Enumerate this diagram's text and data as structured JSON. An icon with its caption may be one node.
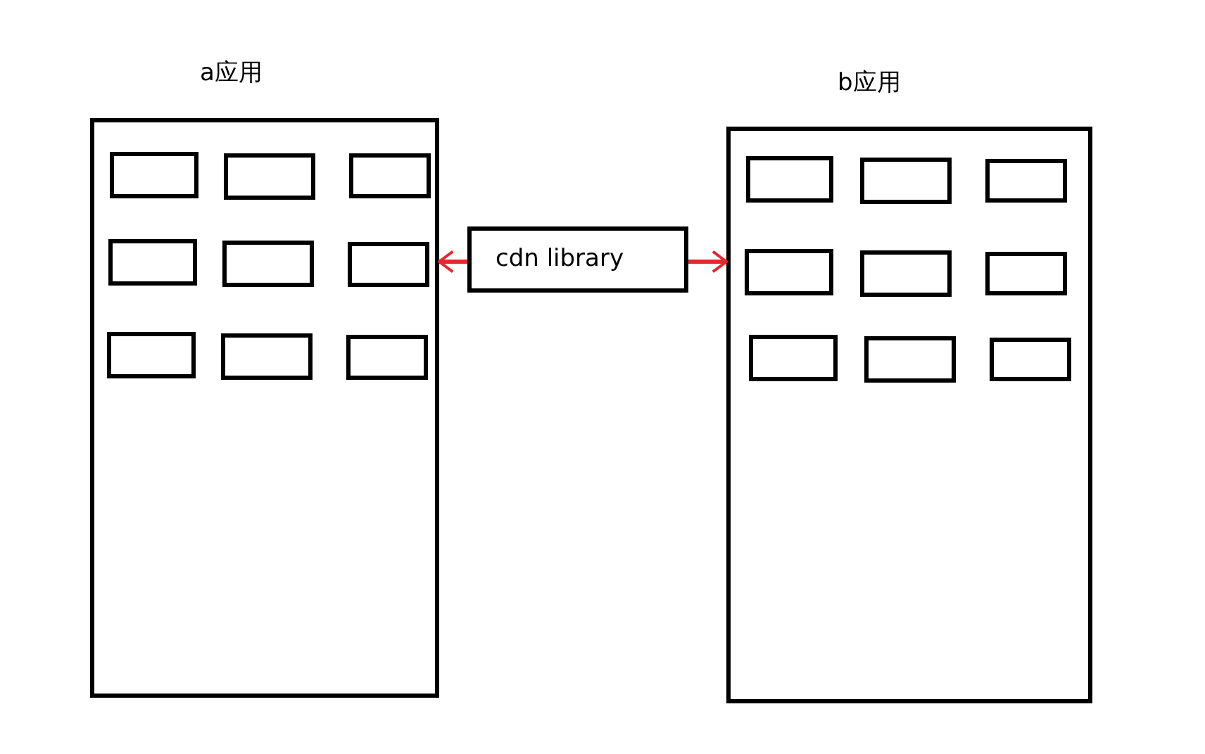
{
  "diagram": {
    "nodes": [
      {
        "text": [
          "a应用"
        ]
      },
      {
        "text": [],
        "shape": "box",
        "in": 0
      },
      {
        "text": [],
        "shape": "box",
        "in": 0
      },
      {
        "text": [],
        "shape": "box",
        "in": 0
      },
      {
        "text": [],
        "shape": "box",
        "in": 0
      },
      {
        "text": [],
        "shape": "box",
        "in": 0
      },
      {
        "text": [],
        "shape": "box",
        "in": 0
      },
      {
        "text": [],
        "shape": "box",
        "in": 0
      },
      {
        "text": [],
        "shape": "box",
        "in": 0
      },
      {
        "text": [],
        "shape": "box",
        "in": 0
      },
      {
        "text": [
          "cdn library"
        ]
      },
      {
        "text": [
          "b应用"
        ]
      },
      {
        "text": [],
        "shape": "box",
        "in": 11
      },
      {
        "text": [],
        "shape": "box",
        "in": 11
      },
      {
        "text": [],
        "shape": "box",
        "in": 11
      },
      {
        "text": [],
        "shape": "box",
        "in": 11
      },
      {
        "text": [],
        "shape": "box",
        "in": 11
      },
      {
        "text": [],
        "shape": "box",
        "in": 11
      },
      {
        "text": [],
        "shape": "box",
        "in": 11
      },
      {
        "text": [],
        "shape": "box",
        "in": 11
      },
      {
        "text": [],
        "shape": "box",
        "in": 11
      }
    ],
    "edges": [
      {
        "from": 10,
        "to": 0,
        "arrow": "to",
        "color": "#e8262d"
      },
      {
        "from": 10,
        "to": 11,
        "arrow": "to",
        "color": "#e8262d"
      }
    ]
  }
}
